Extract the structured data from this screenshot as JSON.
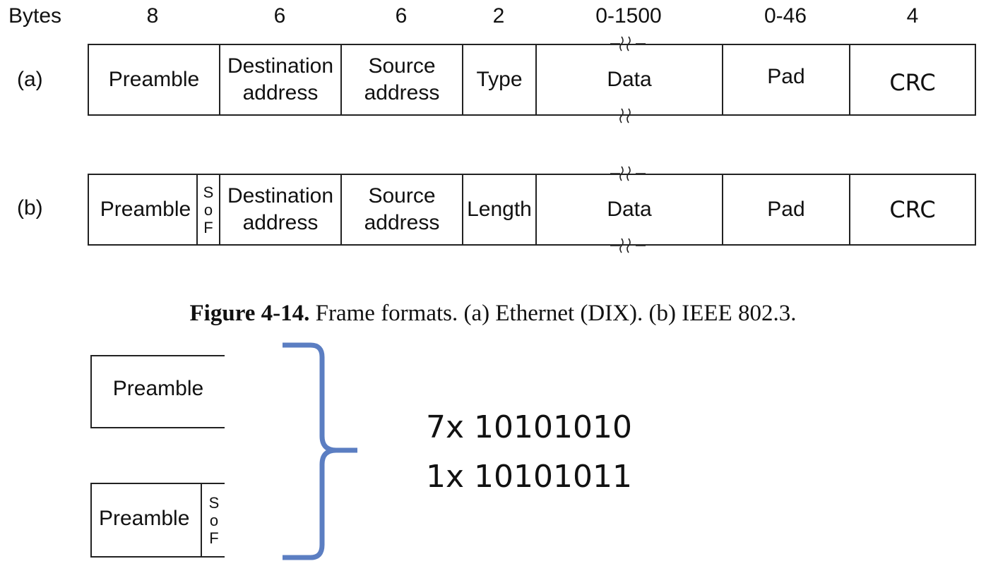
{
  "header": {
    "bytes_label": "Bytes",
    "sizes": [
      "8",
      "6",
      "6",
      "2",
      "0-1500",
      "0-46",
      "4"
    ]
  },
  "frame_a": {
    "label": "(a)",
    "fields": {
      "preamble": "Preamble",
      "dest_line1": "Destination",
      "dest_line2": "address",
      "src_line1": "Source",
      "src_line2": "address",
      "type": "Type",
      "data": "Data",
      "pad": "Pad",
      "crc": "CRC"
    }
  },
  "frame_b": {
    "label": "(b)",
    "fields": {
      "preamble": "Preamble",
      "sof": [
        "S",
        "o",
        "F"
      ],
      "dest_line1": "Destination",
      "dest_line2": "address",
      "src_line1": "Source",
      "src_line2": "address",
      "length": "Length",
      "data": "Data",
      "pad": "Pad",
      "crc": "CRC"
    }
  },
  "caption": {
    "number": "Figure 4-14.",
    "text": "Frame formats. (a) Ethernet (DIX). (b) IEEE 802.3."
  },
  "detail": {
    "preamble_top": "Preamble",
    "preamble_bottom": "Preamble",
    "sof": [
      "S",
      "o",
      "F"
    ],
    "brace_color": "#5b7ec2",
    "bits_line1": "7x 10101010",
    "bits_line2": "1x 10101011"
  }
}
